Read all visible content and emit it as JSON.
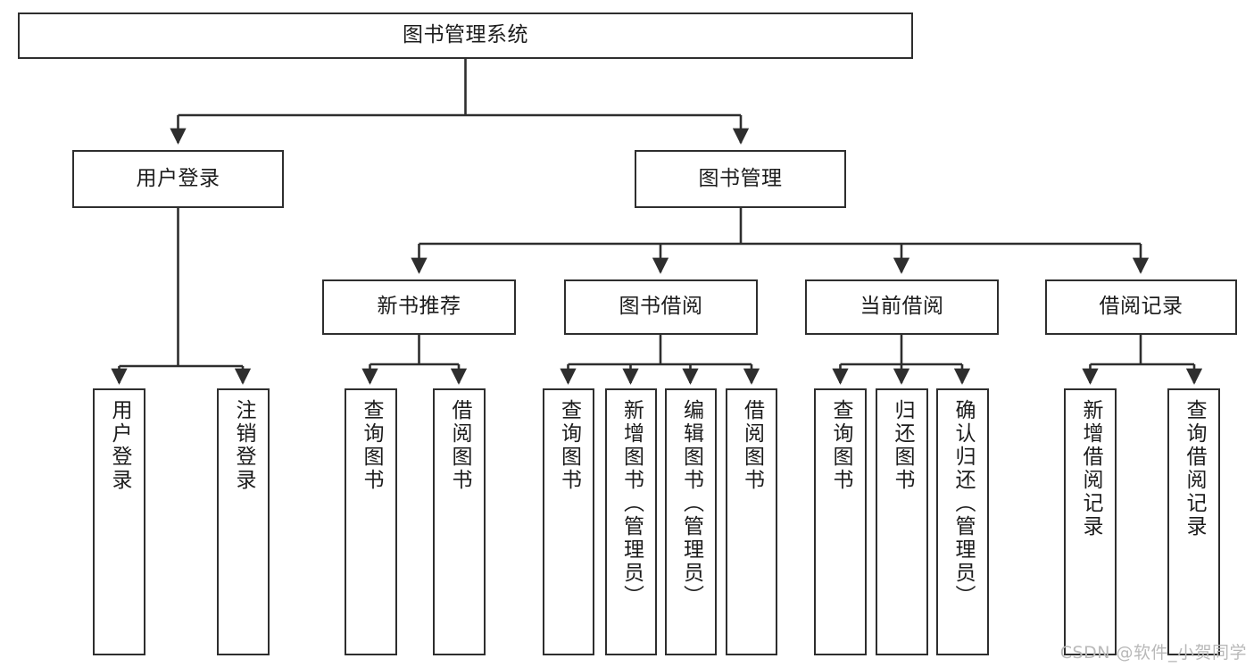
{
  "diagram": {
    "title": "图书管理系统",
    "type": "tree-hierarchy-chart",
    "watermark": "CSDN @软件_小贺同学",
    "colors": {
      "box_border": "#2e2e2e",
      "box_fill": "#ffffff",
      "edge": "#2e2e2e",
      "text": "#1c1c1c",
      "watermark": "#b9b9b9",
      "background": "#ffffff"
    },
    "root": {
      "label": "图书管理系统"
    },
    "level2": [
      {
        "label": "用户登录"
      },
      {
        "label": "图书管理"
      }
    ],
    "level3": [
      {
        "label": "新书推荐"
      },
      {
        "label": "图书借阅"
      },
      {
        "label": "当前借阅"
      },
      {
        "label": "借阅记录"
      }
    ],
    "leaves": {
      "user_login": [
        {
          "label": "用户登录"
        },
        {
          "label": "注销登录"
        }
      ],
      "new_book_recommend": [
        {
          "label": "查询图书"
        },
        {
          "label": "借阅图书"
        }
      ],
      "book_borrow": [
        {
          "label": "查询图书"
        },
        {
          "label": "新增图书（管理员）"
        },
        {
          "label": "编辑图书（管理员）"
        },
        {
          "label": "借阅图书"
        }
      ],
      "current_borrow": [
        {
          "label": "查询图书"
        },
        {
          "label": "归还图书"
        },
        {
          "label": "确认归还（管理员）"
        }
      ],
      "borrow_record": [
        {
          "label": "新增借阅记录"
        },
        {
          "label": "查询借阅记录"
        }
      ]
    }
  }
}
